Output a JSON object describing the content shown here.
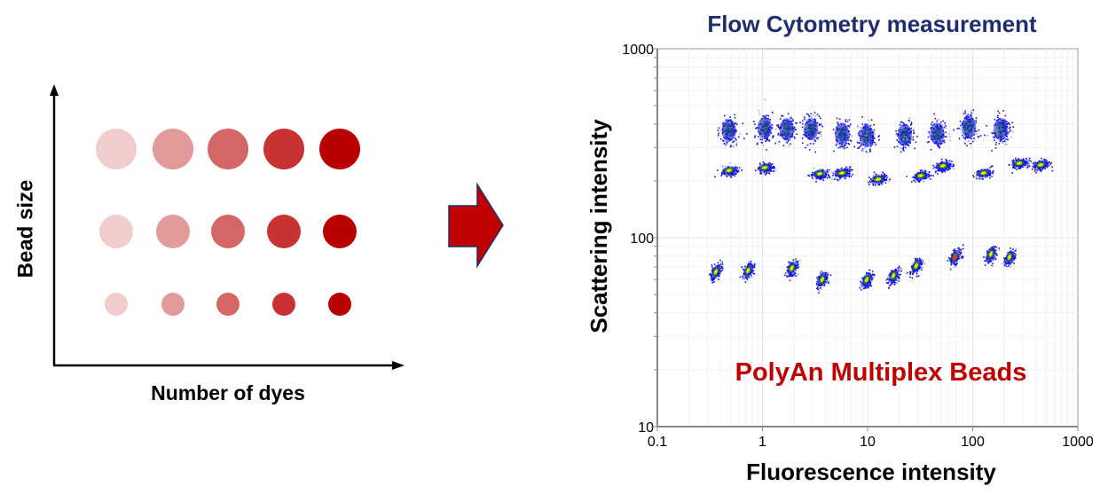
{
  "schematic": {
    "y_label": "Bead size",
    "x_label": "Number of dyes",
    "dye_colors": [
      "#f0cccc",
      "#e29a9a",
      "#d46666",
      "#c83232",
      "#b80000"
    ],
    "bead_sizes": [
      "large",
      "medium",
      "small"
    ]
  },
  "arrow": {
    "color": "#c00000",
    "outline": "#1f2d6e"
  },
  "chart_data": {
    "type": "scatter",
    "title": "Flow Cytometry measurement",
    "xlabel": "Fluorescence intensity",
    "ylabel": "Scattering intensity",
    "annotation": "PolyAn Multiplex Beads",
    "xscale": "log",
    "yscale": "log",
    "xlim": [
      0.1,
      1000
    ],
    "ylim": [
      10,
      1000
    ],
    "xticks": [
      "0.1",
      "1",
      "10",
      "100",
      "1000"
    ],
    "yticks": [
      "10",
      "100",
      "1000"
    ],
    "grid": true,
    "series": [
      {
        "name": "large beads",
        "x": [
          0.48,
          1.05,
          1.7,
          2.9,
          5.7,
          9.8,
          22.6,
          46,
          92,
          185
        ],
        "y": [
          370,
          380,
          375,
          375,
          355,
          345,
          350,
          355,
          385,
          375
        ]
      },
      {
        "name": "medium beads",
        "x": [
          0.48,
          1.05,
          3.5,
          5.7,
          12.6,
          32,
          52,
          127,
          277,
          443
        ],
        "y": [
          227,
          235,
          218,
          220,
          204,
          213,
          240,
          220,
          248,
          243
        ]
      },
      {
        "name": "small beads",
        "x": [
          0.36,
          0.73,
          1.9,
          3.7,
          9.8,
          17.6,
          29,
          68,
          149,
          224
        ],
        "y": [
          66,
          67,
          69,
          60,
          60,
          63,
          71,
          79,
          82,
          79
        ]
      }
    ]
  },
  "colors": {
    "title": "#1f2d6e",
    "annotation": "#c00000"
  }
}
